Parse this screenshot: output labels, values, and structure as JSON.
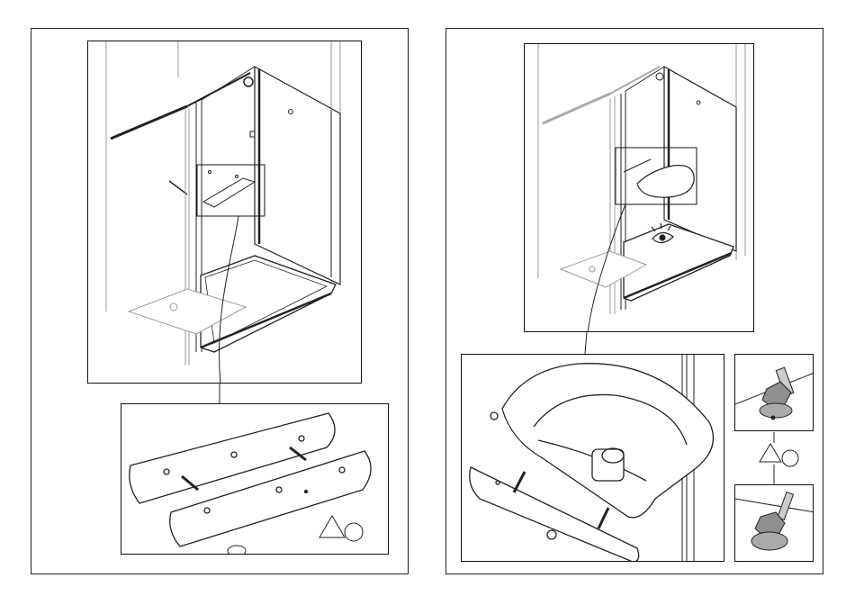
{
  "document": {
    "type": "installation-manual-spread",
    "pages": [
      {
        "panels": [
          {
            "name": "shower-enclosure-overview",
            "icons": [
              "shower-enclosure",
              "soap-dish-bracket"
            ]
          },
          {
            "name": "bracket-detail",
            "icons": [
              "bracket-plate",
              "bracket-cover",
              "threaded-stud",
              "bolt-head"
            ]
          }
        ],
        "warning_symbols": [
          "triangle-icon",
          "circle-icon"
        ]
      },
      {
        "panels": [
          {
            "name": "shower-enclosure-with-soap-dish",
            "icons": [
              "shower-enclosure",
              "soap-dish",
              "eye-icon"
            ]
          },
          {
            "name": "soap-dish-mounting-detail",
            "icons": [
              "soap-dish",
              "bracket-cover",
              "threaded-stud"
            ]
          },
          {
            "name": "adjustable-foot-detail",
            "icons": [
              "adjustable-foot",
              "nut"
            ]
          }
        ],
        "warning_symbols": [
          "triangle-icon",
          "circle-icon"
        ]
      }
    ]
  },
  "colors": {
    "line": "#222222",
    "faint": "#9a9a9a",
    "paper": "#ffffff",
    "foot": "#8f8f8f"
  }
}
